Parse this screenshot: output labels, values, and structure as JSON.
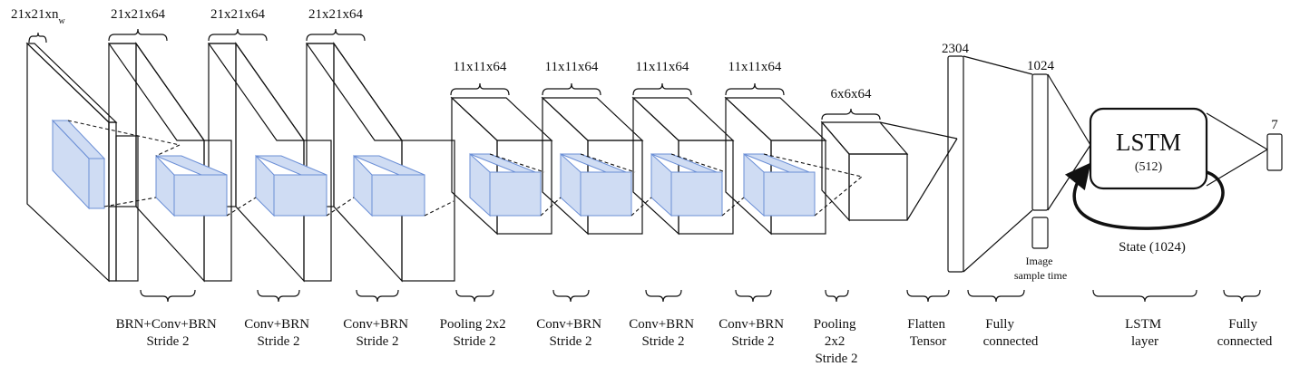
{
  "diagram": {
    "input_dim_prefix": "21x21xn",
    "input_dim_sub": "w",
    "conv_dims": [
      "21x21x64",
      "21x21x64",
      "21x21x64"
    ],
    "mid_dims": [
      "11x11x64",
      "11x11x64",
      "11x11x64",
      "11x11x64"
    ],
    "pool_dim": "6x6x64",
    "flatten_size": "2304",
    "fc_size": "1024",
    "output_size": "7",
    "lstm": {
      "title": "LSTM",
      "units": "(512)",
      "state": "State (1024)"
    },
    "image_sample_time": [
      "Image",
      "sample time"
    ],
    "layers": [
      [
        "BRN+Conv+BRN",
        "Stride 2"
      ],
      [
        "Conv+BRN",
        "Stride 2"
      ],
      [
        "Conv+BRN",
        "Stride 2"
      ],
      [
        "Pooling 2x2",
        "Stride 2"
      ],
      [
        "Conv+BRN",
        "Stride 2"
      ],
      [
        "Conv+BRN",
        "Stride 2"
      ],
      [
        "Conv+BRN",
        "Stride 2"
      ],
      [
        "Pooling",
        "2x2",
        "Stride 2"
      ],
      [
        "Flatten",
        "Tensor"
      ],
      [
        "Fully",
        "connected"
      ],
      [
        "LSTM",
        "layer"
      ],
      [
        "Fully",
        "connected"
      ]
    ],
    "colors": {
      "kernel_fill": "#cfdcf3",
      "kernel_stroke": "#6b8fd6",
      "line": "#111111"
    }
  }
}
